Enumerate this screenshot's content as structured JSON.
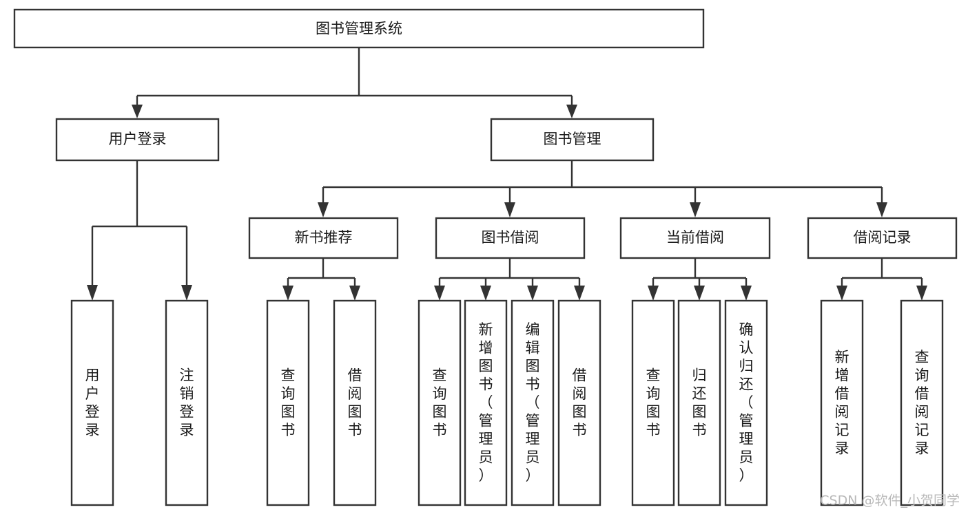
{
  "diagram": {
    "type": "tree-hierarchy",
    "title": "图书管理系统",
    "background_color": "#ffffff",
    "border_color": "#333333",
    "text_color": "#1a1a1a",
    "watermark": "CSDN @软件_小贺同学",
    "watermark_color": "#b9b9b9"
  },
  "nodes": {
    "root": {
      "label": "图书管理系统",
      "level": 0,
      "orientation": "horizontal"
    },
    "level1": [
      {
        "label": "用户登录",
        "orientation": "horizontal"
      },
      {
        "label": "图书管理",
        "orientation": "horizontal"
      }
    ],
    "level2": [
      {
        "label": "新书推荐",
        "orientation": "horizontal"
      },
      {
        "label": "图书借阅",
        "orientation": "horizontal"
      },
      {
        "label": "当前借阅",
        "orientation": "horizontal"
      },
      {
        "label": "借阅记录",
        "orientation": "horizontal"
      }
    ],
    "leaves_user_login": [
      {
        "label": "用户登录",
        "orientation": "vertical"
      },
      {
        "label": "注销登录",
        "orientation": "vertical"
      }
    ],
    "leaves_new_book": [
      {
        "label": "查询图书",
        "orientation": "vertical"
      },
      {
        "label": "借阅图书",
        "orientation": "vertical"
      }
    ],
    "leaves_borrow": [
      {
        "label": "查询图书",
        "orientation": "vertical"
      },
      {
        "label": "新增图书（管理员）",
        "orientation": "vertical"
      },
      {
        "label": "编辑图书（管理员）",
        "orientation": "vertical"
      },
      {
        "label": "借阅图书",
        "orientation": "vertical"
      }
    ],
    "leaves_current": [
      {
        "label": "查询图书",
        "orientation": "vertical"
      },
      {
        "label": "归还图书",
        "orientation": "vertical"
      },
      {
        "label": "确认归还（管理员）",
        "orientation": "vertical"
      }
    ],
    "leaves_record": [
      {
        "label": "新增借阅记录",
        "orientation": "vertical"
      },
      {
        "label": "查询借阅记录",
        "orientation": "vertical"
      }
    ]
  }
}
